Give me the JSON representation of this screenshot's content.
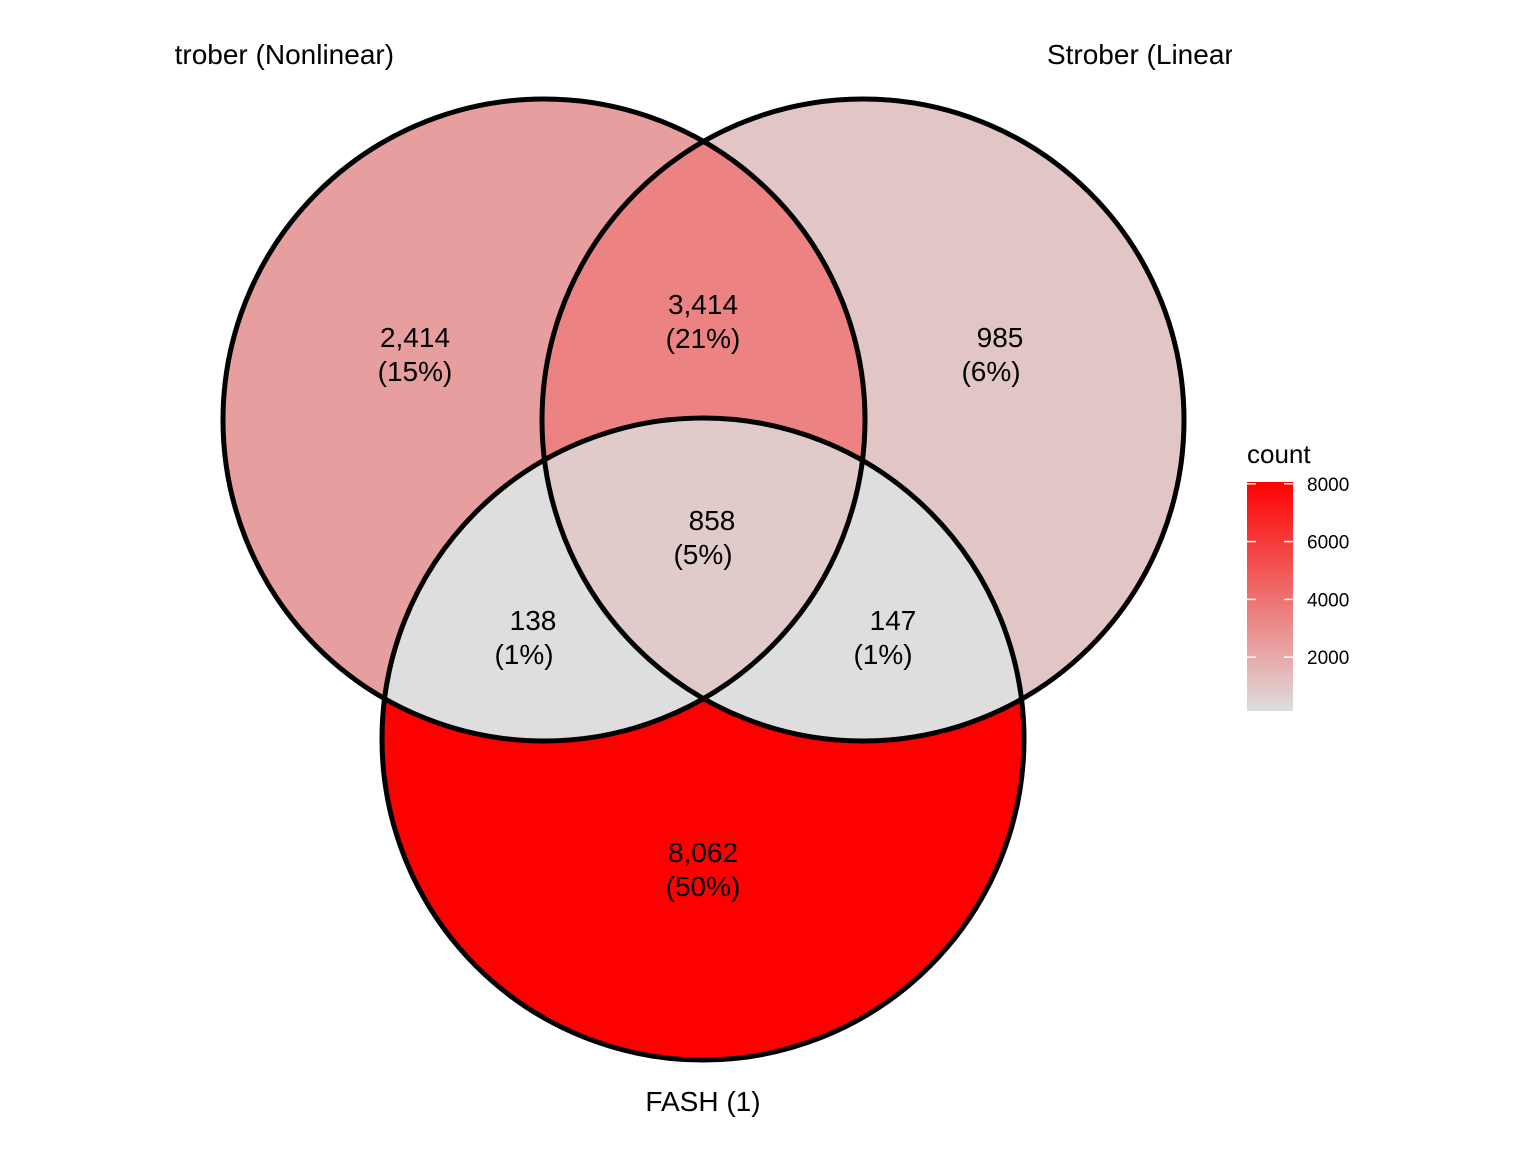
{
  "sets": [
    {
      "id": "A",
      "label": "Strober (Nonlinear)"
    },
    {
      "id": "B",
      "label": "Strober (Linear)"
    },
    {
      "id": "C",
      "label": "FASH (1)"
    }
  ],
  "regions": [
    {
      "id": "A_only",
      "count": "2,414",
      "pct": "(15%)",
      "value": 2414
    },
    {
      "id": "AB",
      "count": "3,414",
      "pct": "(21%)",
      "value": 3414
    },
    {
      "id": "B_only",
      "count": "985",
      "pct": "(6%)",
      "value": 985
    },
    {
      "id": "ABC",
      "count": "858",
      "pct": "(5%)",
      "value": 858
    },
    {
      "id": "AC",
      "count": "138",
      "pct": "(1%)",
      "value": 138
    },
    {
      "id": "BC",
      "count": "147",
      "pct": "(1%)",
      "value": 147
    },
    {
      "id": "C_only",
      "count": "8,062",
      "pct": "(50%)",
      "value": 8062
    }
  ],
  "legend": {
    "title": "count",
    "ticks": [
      {
        "label": "2000",
        "value": 2000
      },
      {
        "label": "4000",
        "value": 4000
      },
      {
        "label": "6000",
        "value": 6000
      },
      {
        "label": "8000",
        "value": 8000
      }
    ],
    "min": 138,
    "max": 8062
  },
  "colors": {
    "low": "#dedede",
    "high": "#ff0000",
    "outline": "#000000"
  }
}
